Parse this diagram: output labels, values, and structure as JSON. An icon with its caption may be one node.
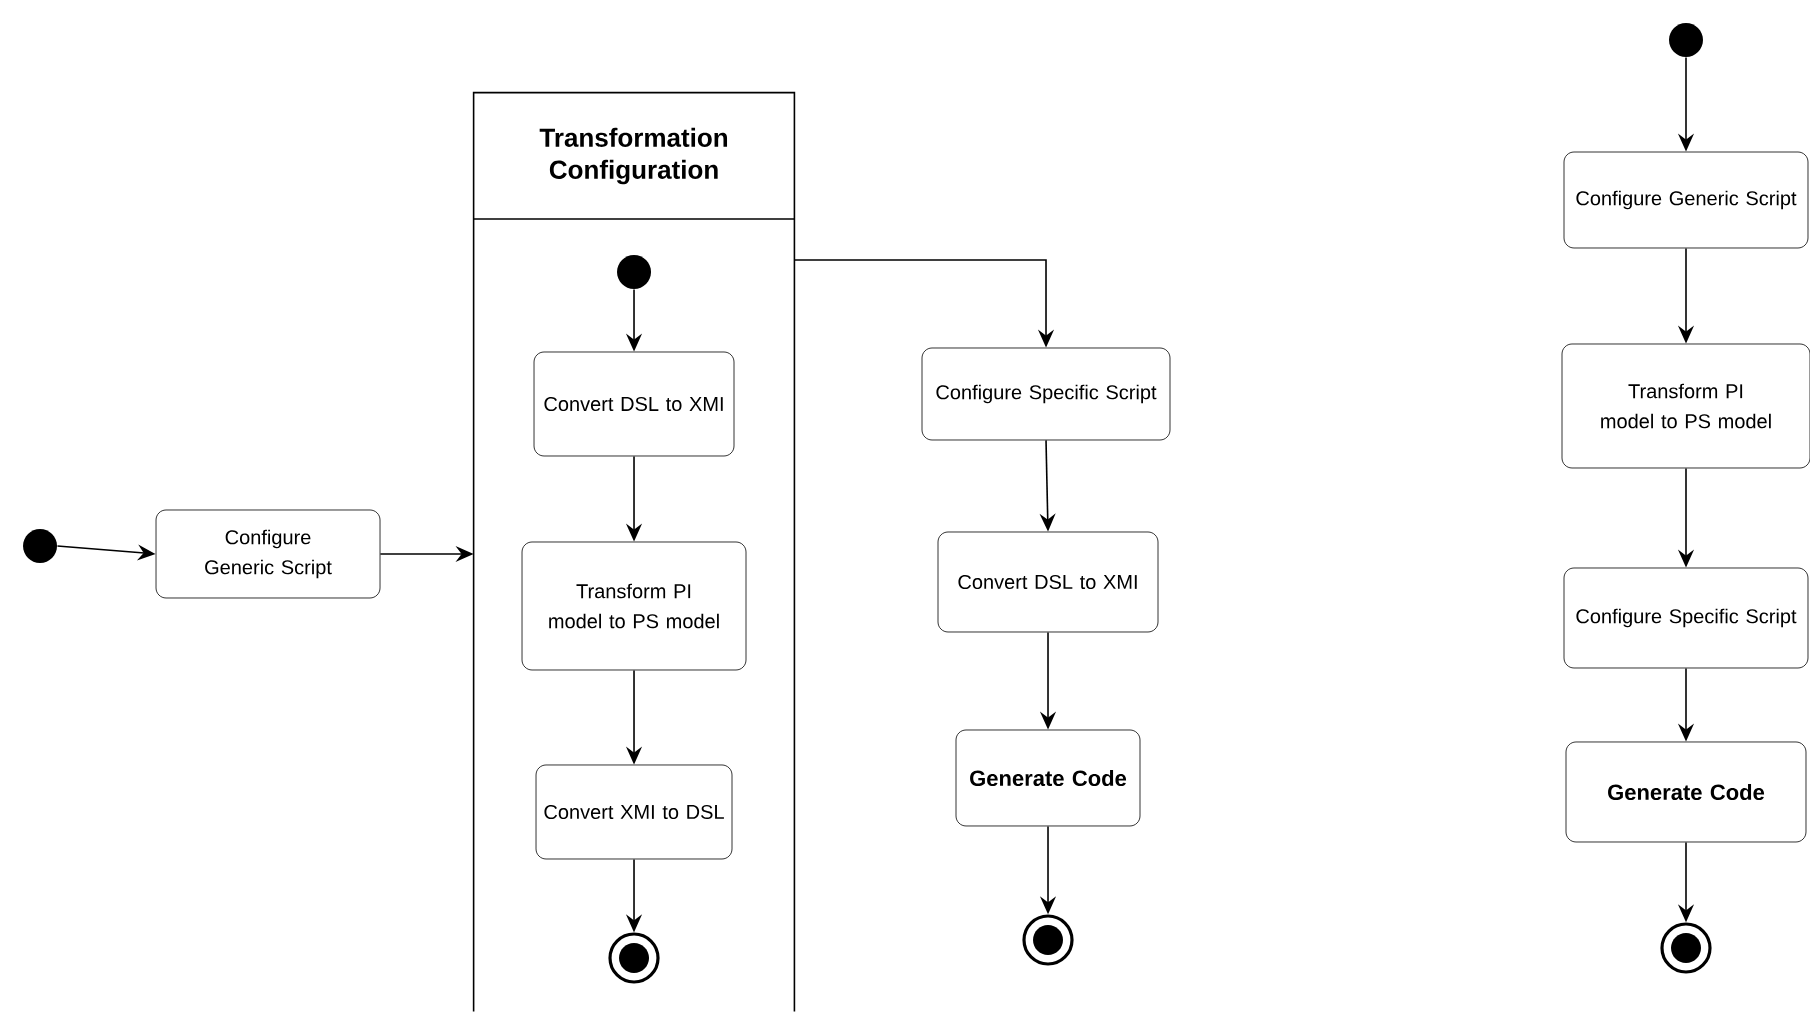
{
  "diagram": {
    "nodes": [
      {
        "text": [],
        "shape": "dot"
      },
      {
        "text": [
          "Configure Generic Script"
        ]
      },
      {
        "text": [
          "Transformation Configuration"
        ]
      },
      {
        "text": [],
        "shape": "dot",
        "in": 2
      },
      {
        "text": [
          "Convert DSL to XMI"
        ],
        "in": 2
      },
      {
        "text": [
          "Transform PI model to PS model"
        ],
        "in": 2
      },
      {
        "text": [
          "Convert XMI to DSL"
        ],
        "in": 2
      },
      {
        "text": [],
        "shape": "bullseye",
        "in": 2
      },
      {
        "text": [
          "Configure Specific Script"
        ]
      },
      {
        "text": [
          "Convert DSL to XMI"
        ]
      },
      {
        "text": [
          "Generate Code"
        ]
      },
      {
        "text": [],
        "shape": "bullseye"
      },
      {
        "text": [],
        "shape": "dot"
      },
      {
        "text": [
          "Configure Generic Script"
        ]
      },
      {
        "text": [
          "Transform PI model to PS model"
        ]
      },
      {
        "text": [
          "Configure Specific Script"
        ]
      },
      {
        "text": [
          "Generate Code"
        ]
      },
      {
        "text": [],
        "shape": "bullseye"
      }
    ],
    "edges": [
      {
        "from": 0,
        "to": 1,
        "arrow": "to"
      },
      {
        "from": 1,
        "to": 2,
        "arrow": "to"
      },
      {
        "from": 3,
        "to": 4,
        "arrow": "to"
      },
      {
        "from": 4,
        "to": 5,
        "arrow": "to"
      },
      {
        "from": 5,
        "to": 6,
        "arrow": "to"
      },
      {
        "from": 6,
        "to": 7,
        "arrow": "to"
      },
      {
        "from": 2,
        "to": 8,
        "arrow": "to"
      },
      {
        "from": 8,
        "to": 9,
        "arrow": "to"
      },
      {
        "from": 9,
        "to": 10,
        "arrow": "to"
      },
      {
        "from": 10,
        "to": 11,
        "arrow": "to"
      },
      {
        "from": 12,
        "to": 13,
        "arrow": "to"
      },
      {
        "from": 13,
        "to": 14,
        "arrow": "to"
      },
      {
        "from": 14,
        "to": 15,
        "arrow": "to"
      },
      {
        "from": 15,
        "to": 16,
        "arrow": "to"
      },
      {
        "from": 16,
        "to": 17,
        "arrow": "to"
      }
    ]
  }
}
